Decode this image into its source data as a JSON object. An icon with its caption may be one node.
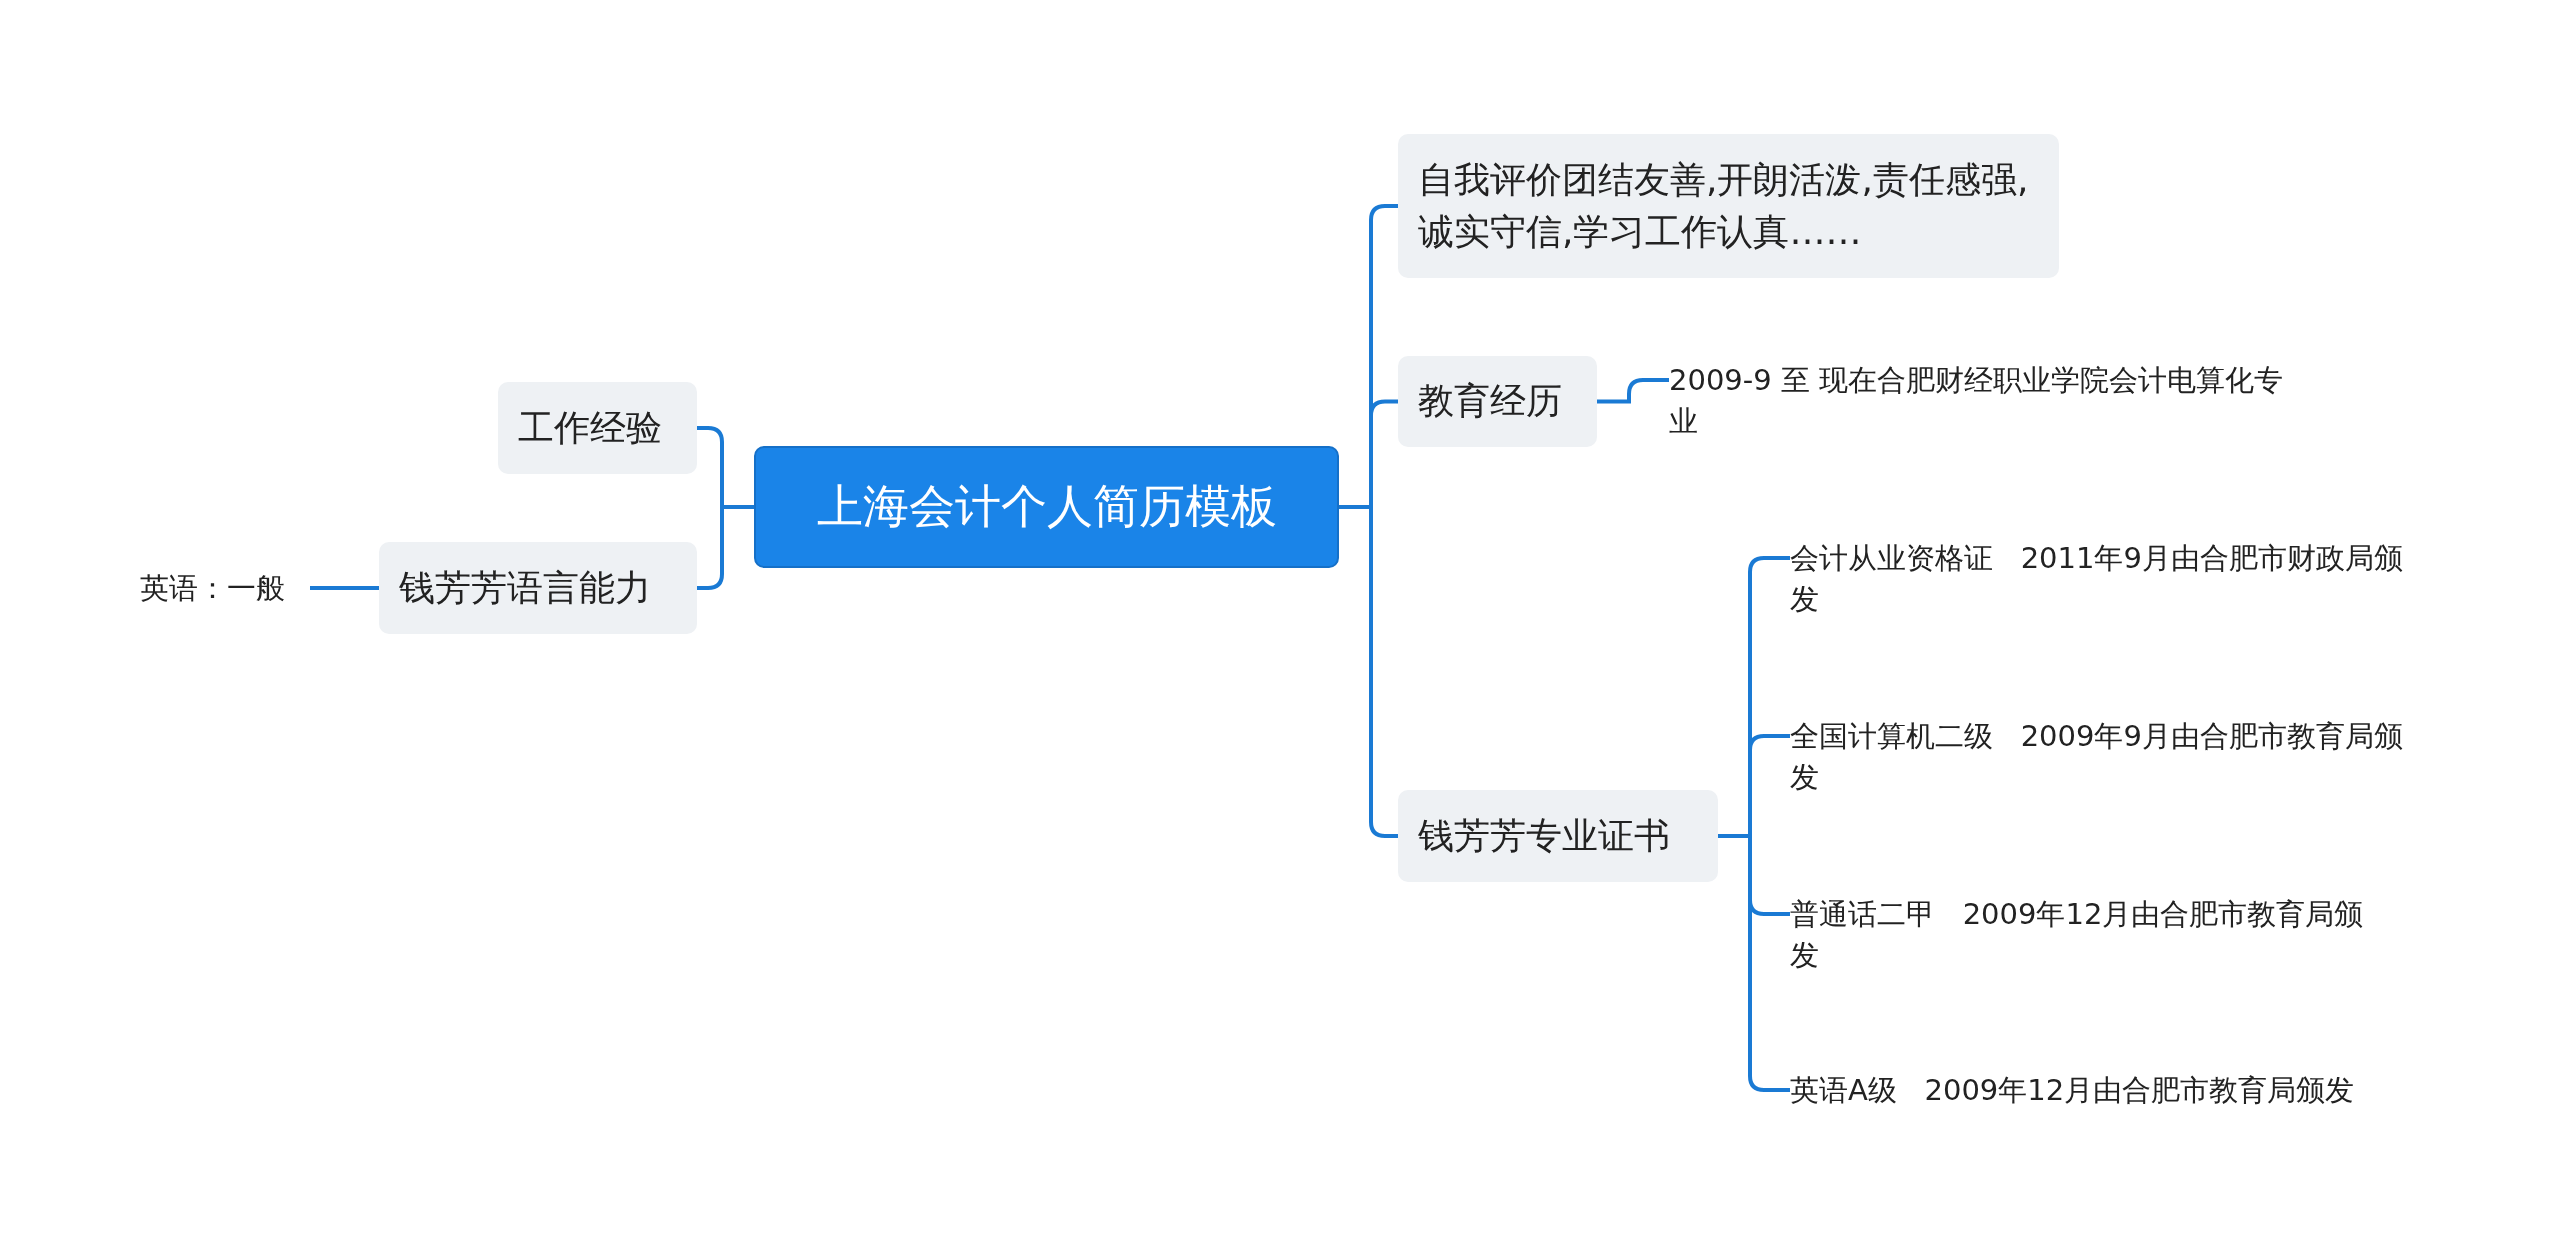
{
  "diagram": {
    "nodes": [
      {
        "text": [
          "上海会计个人简历模板"
        ]
      },
      {
        "text": [
          "工作经验"
        ]
      },
      {
        "text": [
          "钱芳芳语言能力"
        ]
      },
      {
        "text": [
          "英语：一般"
        ]
      },
      {
        "text": [
          "自我评价团结友善,开朗活泼,责任感强,诚实守信,学习工作认真……"
        ]
      },
      {
        "text": [
          "教育经历"
        ]
      },
      {
        "text": [
          "2009-9 至 现在合肥财经职业学院会计电算化专业"
        ]
      },
      {
        "text": [
          "钱芳芳专业证书"
        ]
      },
      {
        "text": [
          "会计从业资格证   2011年9月由合肥市财政局颁发"
        ]
      },
      {
        "text": [
          "全国计算机二级   2009年9月由合肥市教育局颁发"
        ]
      },
      {
        "text": [
          "普通话二甲   2009年12月由合肥市教育局颁发"
        ]
      },
      {
        "text": [
          "英语A级   2009年12月由合肥市教育局颁发"
        ]
      }
    ],
    "edges": [
      {
        "from": 0,
        "to": 1,
        "arrow": "none"
      },
      {
        "from": 0,
        "to": 2,
        "arrow": "none"
      },
      {
        "from": 2,
        "to": 3,
        "arrow": "none"
      },
      {
        "from": 0,
        "to": 4,
        "arrow": "none"
      },
      {
        "from": 0,
        "to": 5,
        "arrow": "none"
      },
      {
        "from": 5,
        "to": 6,
        "arrow": "none"
      },
      {
        "from": 0,
        "to": 7,
        "arrow": "none"
      },
      {
        "from": 7,
        "to": 8,
        "arrow": "none"
      },
      {
        "from": 7,
        "to": 9,
        "arrow": "none"
      },
      {
        "from": 7,
        "to": 10,
        "arrow": "none"
      },
      {
        "from": 7,
        "to": 11,
        "arrow": "none"
      }
    ]
  }
}
